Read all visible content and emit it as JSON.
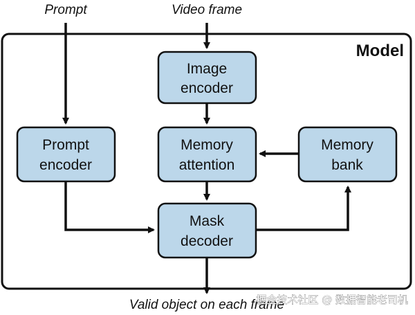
{
  "model_label": "Model",
  "inputs": {
    "prompt": "Prompt",
    "video_frame": "Video frame"
  },
  "output": "Valid object on each frame",
  "nodes": {
    "image_encoder": {
      "line1": "Image",
      "line2": "encoder"
    },
    "prompt_encoder": {
      "line1": "Prompt",
      "line2": "encoder"
    },
    "memory_attention": {
      "line1": "Memory",
      "line2": "attention"
    },
    "memory_bank": {
      "line1": "Memory",
      "line2": "bank"
    },
    "mask_decoder": {
      "line1": "Mask",
      "line2": "decoder"
    }
  },
  "colors": {
    "node_fill": "#bcd7ea",
    "stroke": "#111111"
  },
  "watermark": "掘金技术社区 @ 数据智能老司机"
}
